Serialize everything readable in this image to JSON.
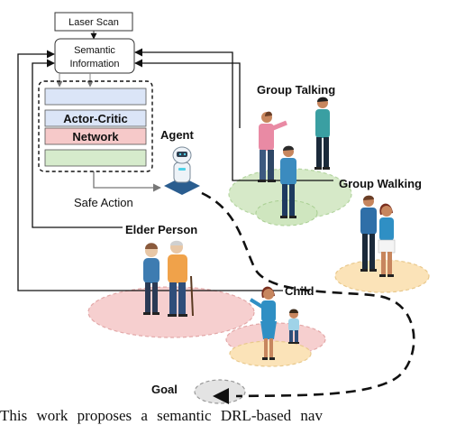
{
  "inputs": {
    "laser_scan": "Laser Scan",
    "semantic_line1": "Semantic",
    "semantic_line2": "Information"
  },
  "network": {
    "actor_critic": "Actor-Critic",
    "network": "Network"
  },
  "labels": {
    "agent": "Agent",
    "safe_action": "Safe Action",
    "group_talking": "Group Talking",
    "group_walking": "Group Walking",
    "elder_person": "Elder Person",
    "child": "Child",
    "goal": "Goal"
  },
  "caption": "This work proposes a semantic DRL-based nav",
  "colors": {
    "network_blue": "#dbe5f7",
    "network_red": "#f6c9c9",
    "network_green": "#d6ebcc",
    "zone_green": "#cfe6bf",
    "zone_pink": "#f6cfcf",
    "zone_yellow": "#fbe3b8",
    "goal_grey": "#e3e3e3"
  }
}
